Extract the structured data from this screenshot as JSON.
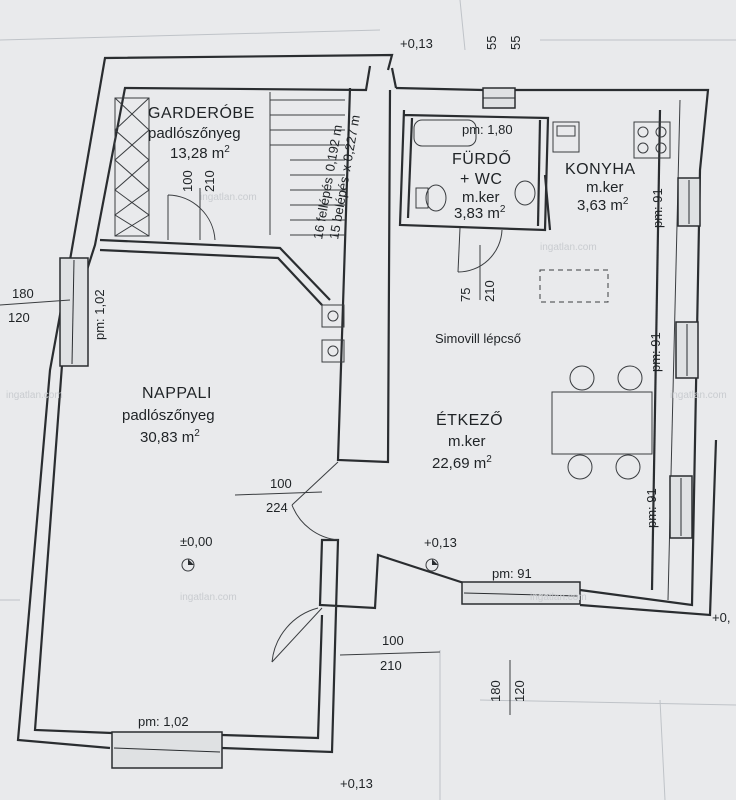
{
  "rooms": {
    "garderobe": {
      "name": "GARDERÓBE",
      "floor": "padlószőnyeg",
      "area": "13,28 m",
      "sup": "2"
    },
    "furdo": {
      "name1": "FÜRDŐ",
      "name2": "+ WC",
      "floor": "m.ker",
      "area": "3,83 m",
      "sup": "2",
      "pm": "pm: 1,80"
    },
    "konyha": {
      "name": "KONYHA",
      "floor": "m.ker",
      "area": "3,63 m",
      "sup": "2"
    },
    "nappali": {
      "name": "NAPPALI",
      "floor": "padlószőnyeg",
      "area": "30,83 m",
      "sup": "2"
    },
    "etkezo": {
      "name": "ÉTKEZŐ",
      "floor": "m.ker",
      "area": "22,69 m",
      "sup": "2"
    }
  },
  "stairs": {
    "riser": "0,192 m",
    "tread": "x 0,227 m",
    "steps_up": "16 fellépés",
    "steps_in": "15 belépés",
    "simovill": "Simovill lépcső"
  },
  "levels": {
    "top": "+0,13",
    "right": "+0,",
    "center": "+0,13",
    "bottom": "+0,13",
    "zero": "±0,00"
  },
  "dims": {
    "d55a": "55",
    "d55b": "55",
    "d180_left": "180",
    "d120_left": "120",
    "pm102_left": "pm: 1,02",
    "pm102_bottom": "pm: 1,02",
    "pm91_a": "pm: 91",
    "pm91_b": "pm: 91",
    "pm91_c": "pm: 91",
    "pm91_bottom": "pm: 91",
    "door1_w": "100",
    "door1_h": "210",
    "door2_w": "100",
    "door2_h": "224",
    "door3_w": "100",
    "door3_h": "210",
    "door4_w": "75",
    "door4_h": "210",
    "d180_bottom": "180",
    "d120_bottom": "120"
  },
  "watermark": "ingatlan.com"
}
